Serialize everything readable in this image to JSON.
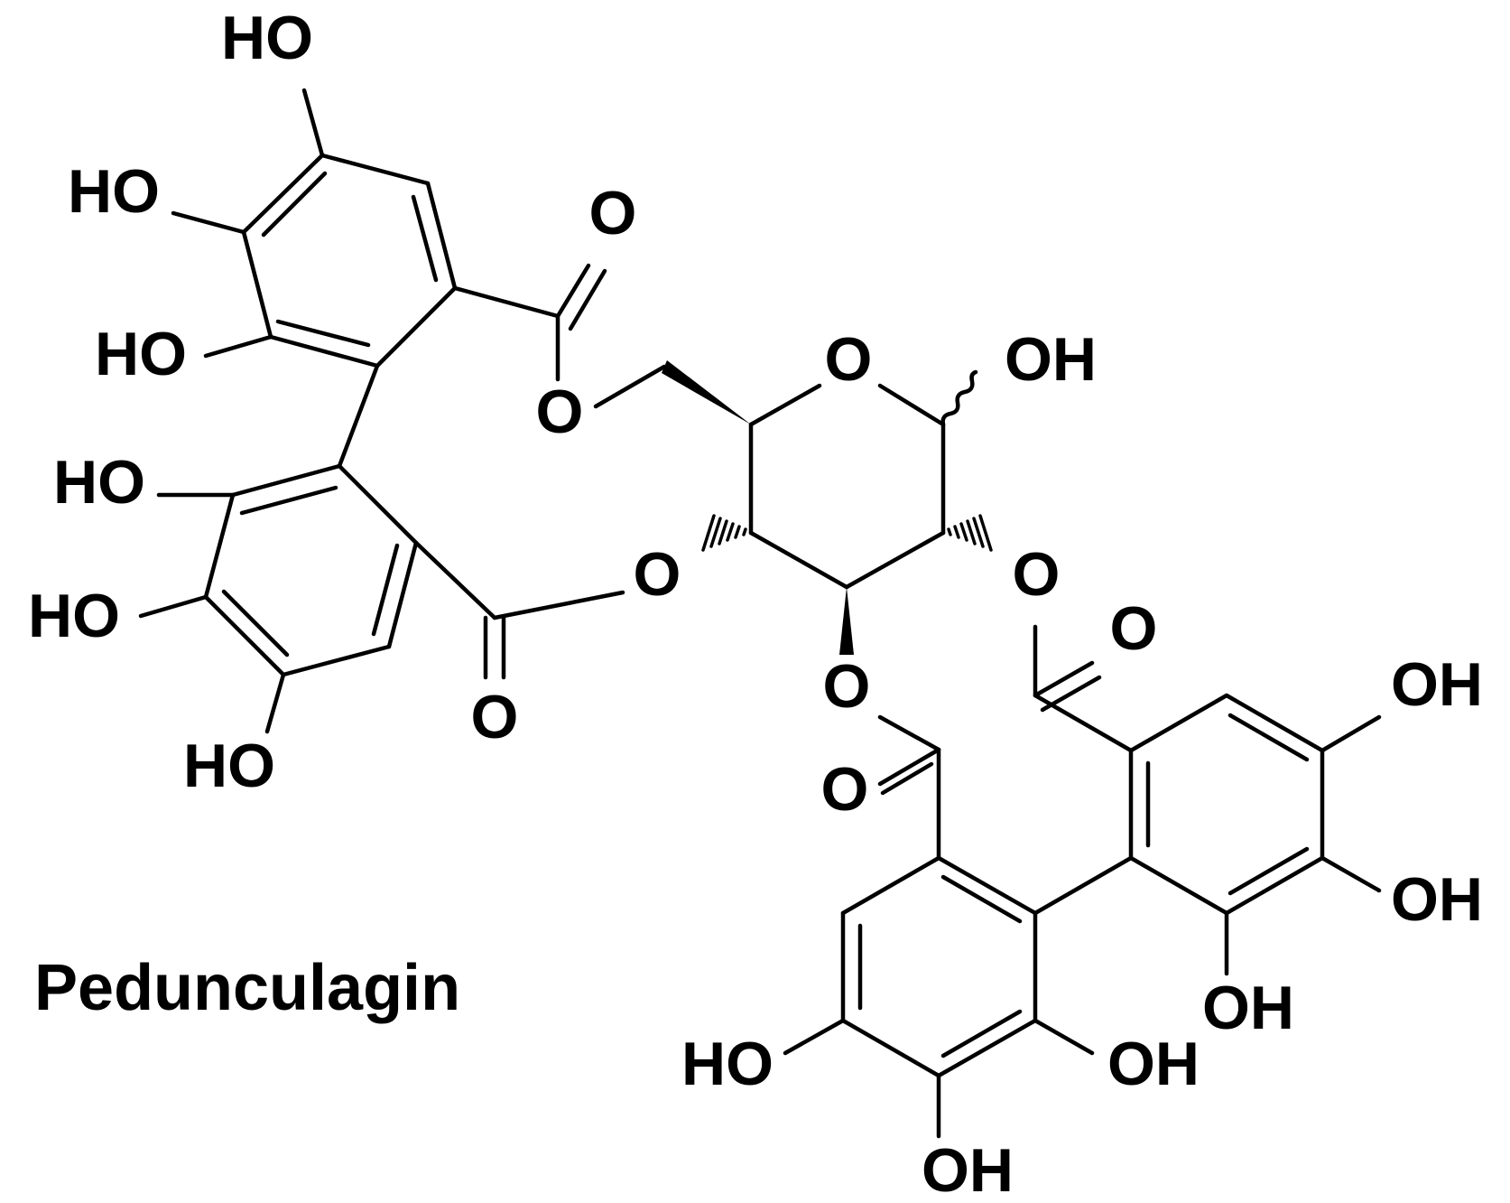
{
  "compound": {
    "name": "Pedunculagin"
  },
  "structure": {
    "bond_color": "#000000",
    "atom_labels": {
      "ho": "HO",
      "oh": "OH",
      "o": "O"
    }
  }
}
